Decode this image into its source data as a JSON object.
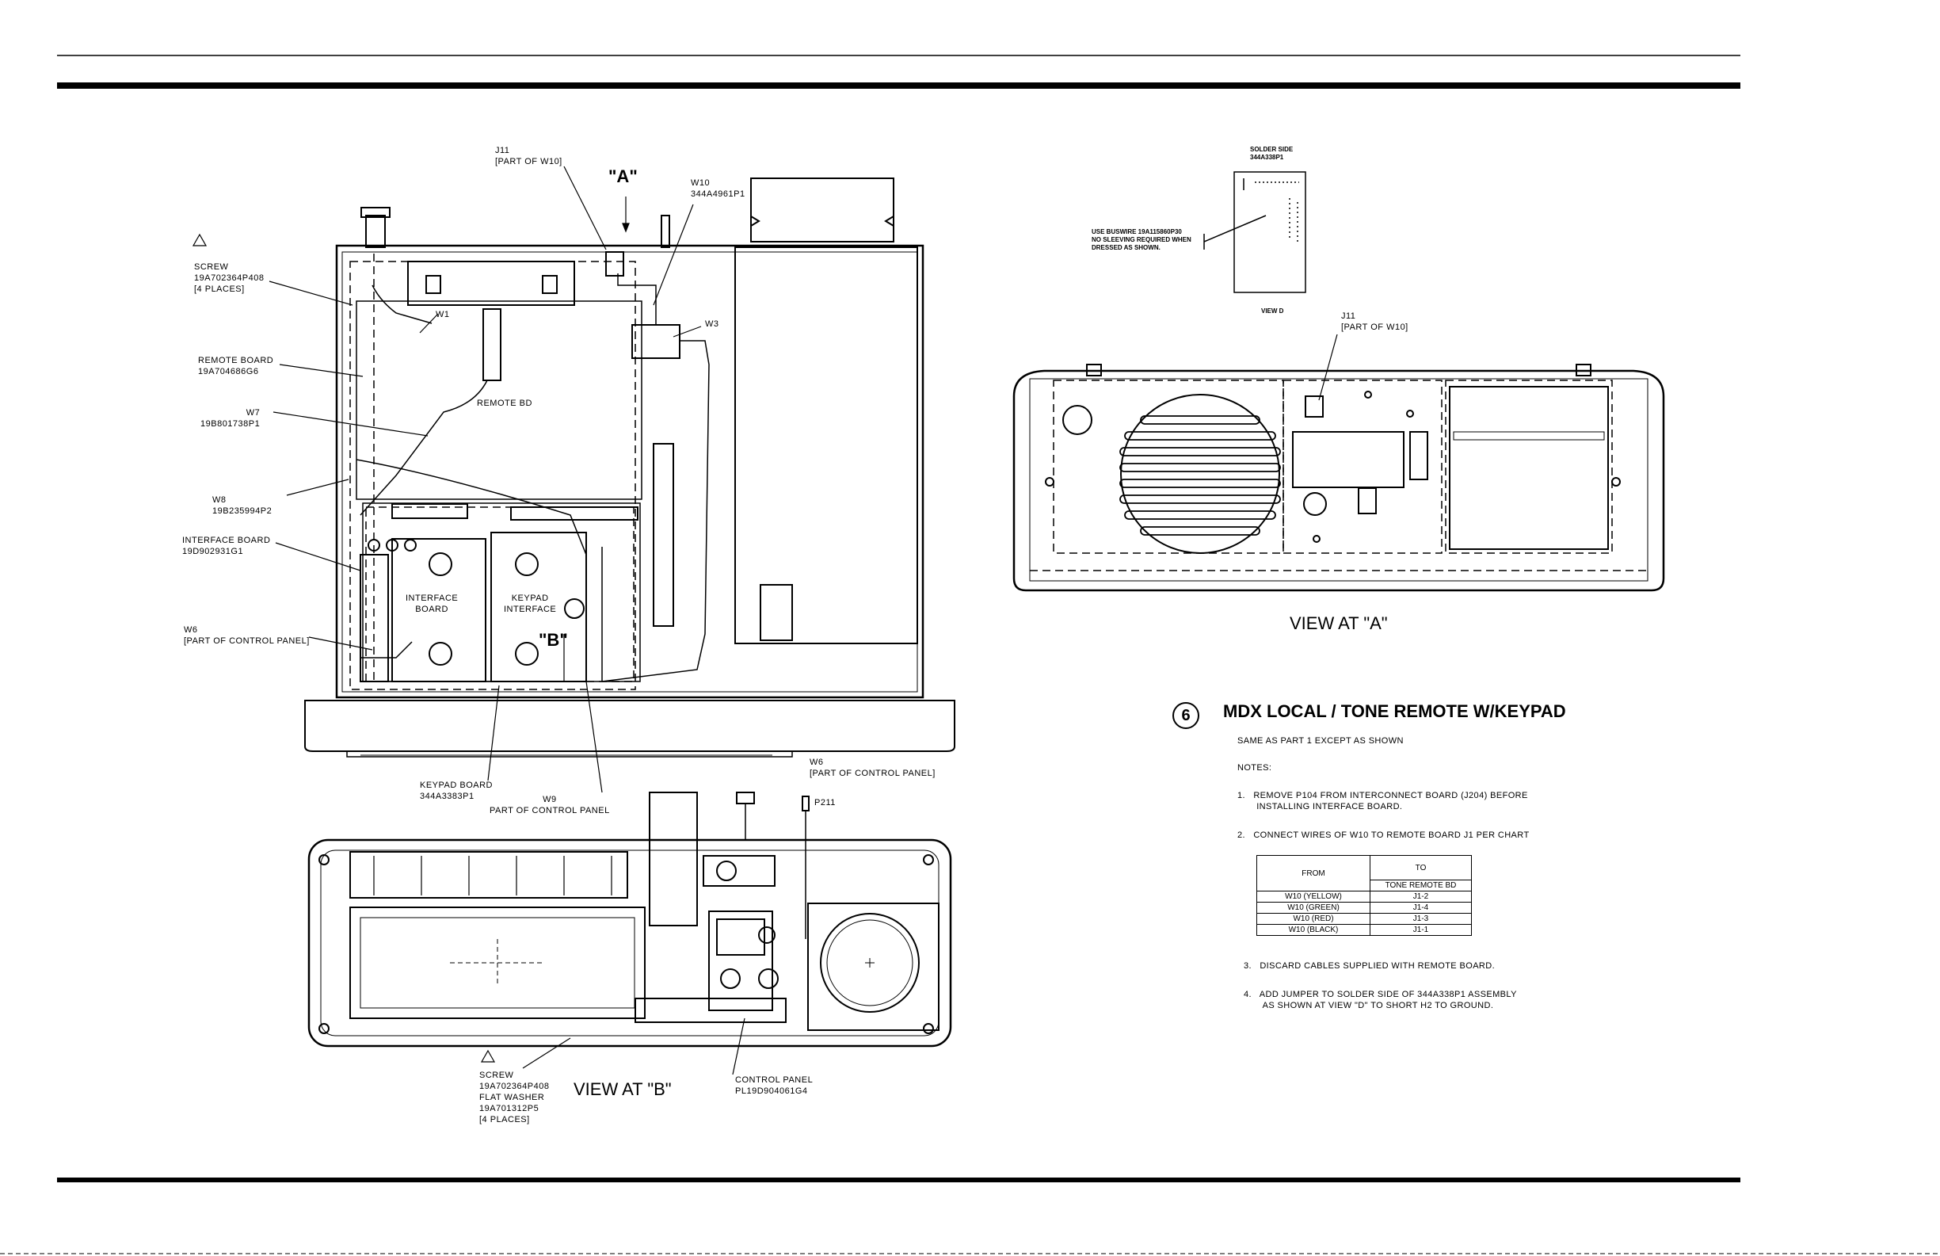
{
  "callouts": {
    "j11_top": "J11\n[PART OF W10]",
    "view_a_marker": "\"A\"",
    "w10": "W10\n344A4961P1",
    "screw_top": "SCREW\n19A702364P408\n[4 PLACES]",
    "w1": "W1",
    "w3": "W3",
    "remote_board": "REMOTE BOARD\n19A704686G6",
    "remote_bd": "REMOTE BD",
    "w7": "W7\n19B801738P1",
    "w8": "W8\n19B235994P2",
    "interface_board": "INTERFACE BOARD\n19D902931G1",
    "interface_board_inner": "INTERFACE\nBOARD",
    "keypad_interface_inner": "KEYPAD\nINTERFACE",
    "view_b_marker": "\"B\"",
    "w6_left": "W6\n[PART OF CONTROL PANEL]",
    "keypad_board": "KEYPAD BOARD\n344A3383P1",
    "w9": "W9\nPART OF CONTROL PANEL",
    "w6_right": "W6\n[PART OF CONTROL PANEL]",
    "p211": "P211",
    "screw_bottom": "SCREW\n19A702364P408\nFLAT WASHER\n19A701312P5\n[4 PLACES]",
    "control_panel": "CONTROL PANEL\nPL19D904061G4",
    "solder_side": "SOLDER SIDE\n344A338P1",
    "buswire": "USE BUSWIRE 19A115860P30\nNO SLEEVING REQUIRED WHEN\nDRESSED AS SHOWN.",
    "view_d": "VIEW D",
    "j11_right": "J11\n[PART OF W10]"
  },
  "view_titles": {
    "view_a": "VIEW AT \"A\"",
    "view_b": "VIEW AT \"B\""
  },
  "section": {
    "number": "6",
    "title": "MDX LOCAL / TONE REMOTE W/KEYPAD",
    "subtitle": "SAME AS PART 1 EXCEPT AS SHOWN",
    "notes_heading": "NOTES:",
    "notes": [
      "1.   REMOVE P104 FROM INTERCONNECT BOARD (J204) BEFORE\n       INSTALLING INTERFACE BOARD.",
      "2.   CONNECT WIRES OF W10 TO REMOTE BOARD J1 PER CHART",
      "3.   DISCARD CABLES SUPPLIED WITH REMOTE BOARD.",
      "4.   ADD JUMPER TO SOLDER SIDE OF 344A338P1 ASSEMBLY\n       AS SHOWN AT VIEW \"D\" TO SHORT H2 TO GROUND."
    ],
    "chart": {
      "col_from": "FROM",
      "col_to": "TO",
      "col_to_sub": "TONE REMOTE BD",
      "rows": [
        {
          "from": "W10 (YELLOW)",
          "to": "J1-2"
        },
        {
          "from": "W10 (GREEN)",
          "to": "J1-4"
        },
        {
          "from": "W10 (RED)",
          "to": "J1-3"
        },
        {
          "from": "W10 (BLACK)",
          "to": "J1-1"
        }
      ]
    }
  }
}
